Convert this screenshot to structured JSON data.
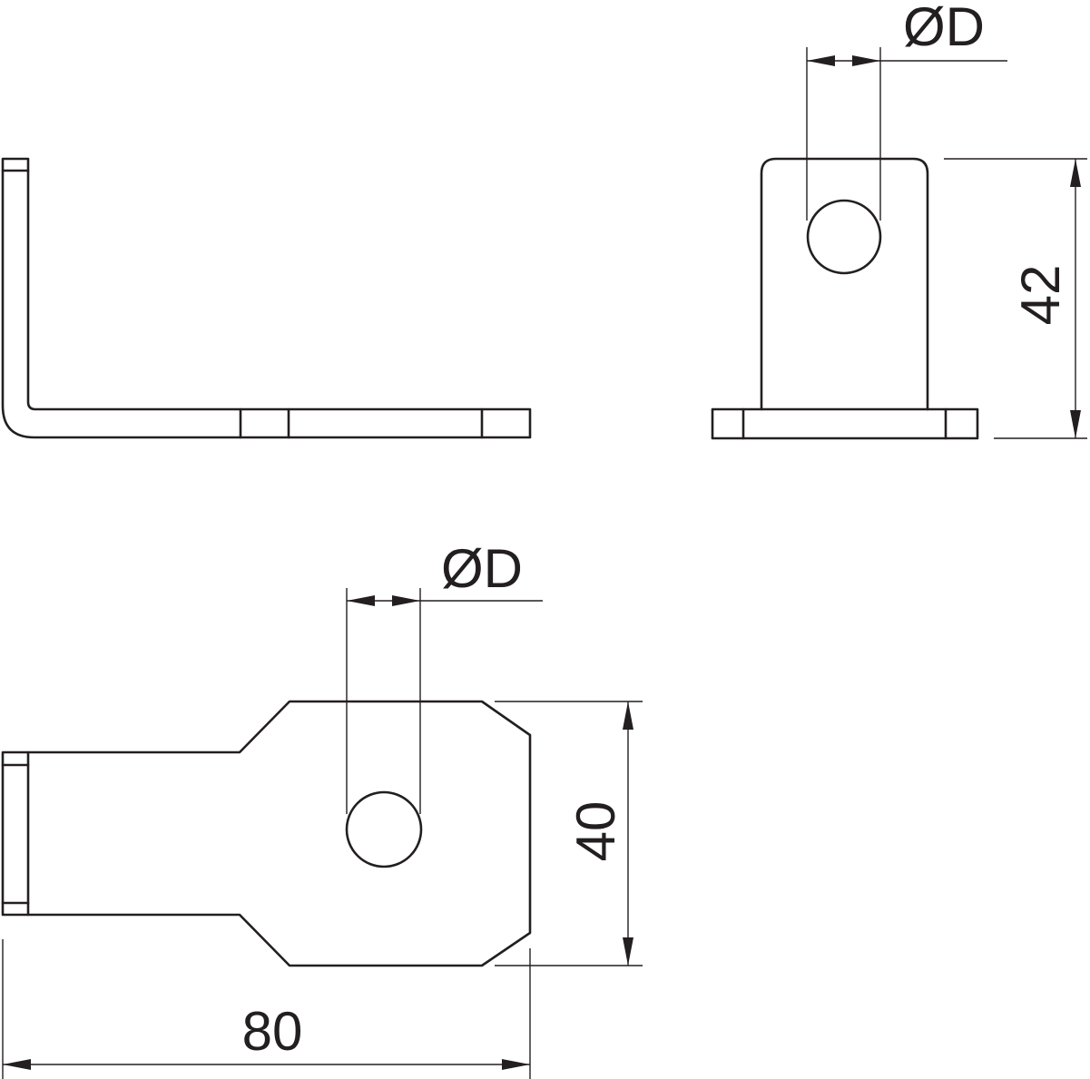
{
  "colors": {
    "line": "#231f20",
    "background": "#ffffff"
  },
  "dimensions": {
    "side_top_diameter": "ØD",
    "height": "42",
    "plan_diameter": "ØD",
    "width": "40",
    "length": "80"
  }
}
